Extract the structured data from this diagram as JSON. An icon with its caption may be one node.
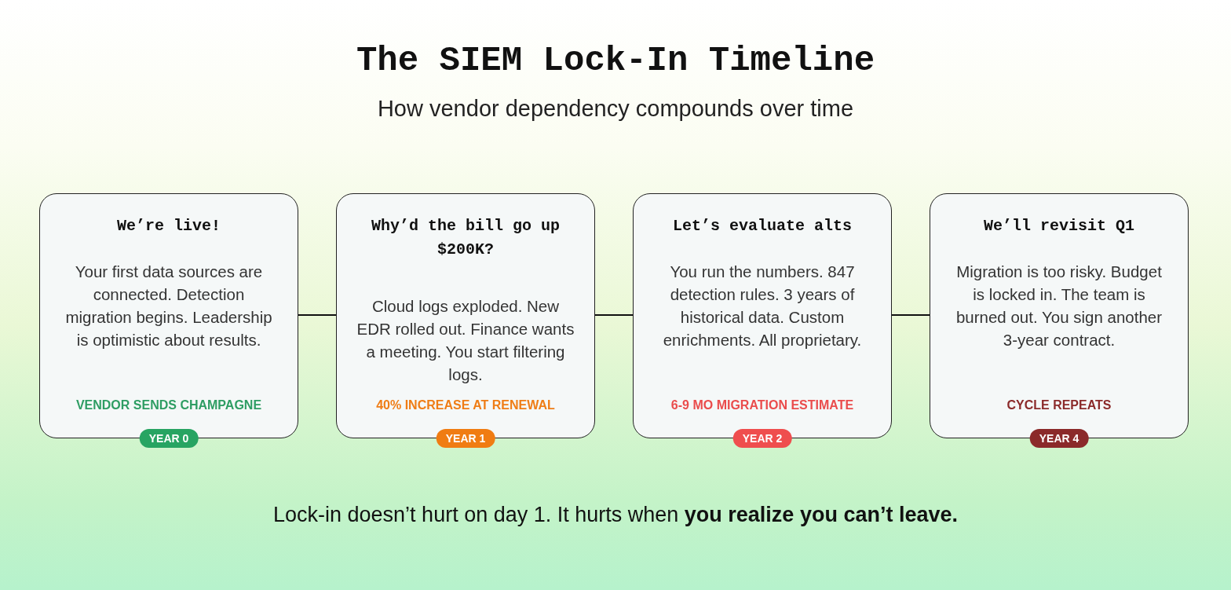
{
  "diagram": {
    "title": "The SIEM Lock-In Timeline",
    "caption": "Lock-in doesn’t hurt on day 1. It hurts when **you realize you can’t leave.**",
    "nodes": [
      {
        "text": [
          "We’re live!",
          "Your first data sources are connected. Detection migration begins. Leadership is optimistic about results.",
          "VENDOR SENDS CHAMPAGNE"
        ]
      },
      {
        "text": [
          "YEAR 0"
        ]
      },
      {
        "text": [
          "Why’d the bill go up $200K?",
          "Cloud logs exploded. New EDR rolled out. Finance wants a meeting. You start filtering logs.",
          "40% INCREASE AT RENEWAL"
        ]
      },
      {
        "text": [
          "YEAR 1"
        ]
      },
      {
        "text": [
          "Let’s evaluate alts",
          "You run the numbers. 847 detection rules. 3 years of historical data. Custom enrichments. All proprietary.",
          "6-9 MO MIGRATION ESTIMATE"
        ]
      },
      {
        "text": [
          "YEAR 2"
        ]
      },
      {
        "text": [
          "We’ll revisit Q1",
          "Migration is too risky. Budget is locked in. The team is burned out. You sign another 3-year contract.",
          "CYCLE REPEATS"
        ]
      },
      {
        "text": [
          "YEAR 4"
        ]
      }
    ],
    "edges": [
      {
        "from": 0,
        "to": 2,
        "arrow": "none"
      },
      {
        "from": 2,
        "to": 4,
        "arrow": "none"
      },
      {
        "from": 4,
        "to": 6,
        "arrow": "none"
      }
    ],
    "labels": [
      "How vendor dependency compounds over time"
    ]
  }
}
